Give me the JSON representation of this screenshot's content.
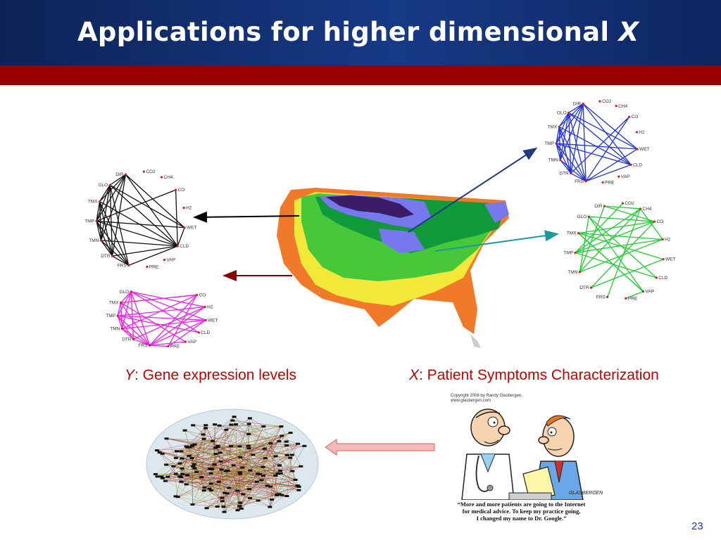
{
  "slide": {
    "title_main": "Applications for higher dimensional",
    "title_var": "X",
    "page_number": "23"
  },
  "captions": {
    "y_var": "Y",
    "y_text": ": Gene expression levels",
    "x_var": "X",
    "x_text": ":  Patient Symptoms Characterization"
  },
  "node_labels": [
    "DIR",
    "CO2",
    "CH4",
    "CO",
    "H2",
    "WET",
    "CLD",
    "VAP",
    "PRE",
    "FRS",
    "DTR",
    "TMN",
    "TMP",
    "TMX",
    "GLO"
  ],
  "cartoon": {
    "copyright": "Copyright 2008 by Randy Glasbergen.",
    "website": "www.glasbergen.com",
    "signature": "GLASBERGEN",
    "quote_line1": "“More and more patients are going to the Internet",
    "quote_line2": "for medical advice. To keep my practice going,",
    "quote_line3": "I changed my name to Dr. Google.”"
  },
  "colors": {
    "header": "#173a86",
    "red_bar": "#9a0000",
    "caption": "#c00000",
    "net_black": "#111111",
    "net_magenta": "#ee22ee",
    "net_blue": "#2233dd",
    "net_green": "#22cc33",
    "arrow_black": "#000000",
    "arrow_darkred": "#8b0000",
    "arrow_navy": "#1f3a80",
    "arrow_teal": "#1a9a9a"
  }
}
